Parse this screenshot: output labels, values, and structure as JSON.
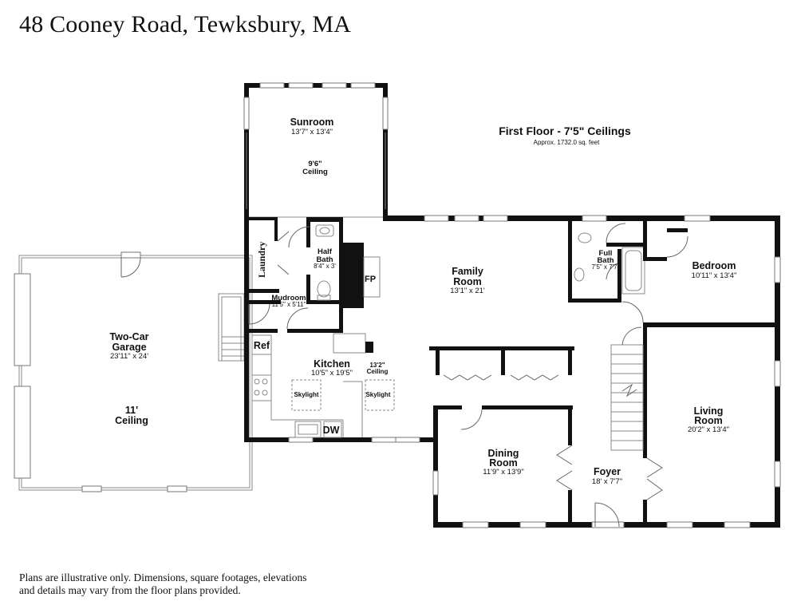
{
  "page": {
    "title": "48 Cooney Road, Tewksbury, MA",
    "disclaimer": "Plans are illustrative only. Dimensions, square footages, elevations and details may vary from the floor plans provided."
  },
  "floor": {
    "heading": "First Floor - 7'5\" Ceilings",
    "area": "Approx. 1732.0 sq. feet"
  },
  "rooms": {
    "sunroom": {
      "name": "Sunroom",
      "dims": "13'7\" x 13'4\"",
      "ceiling1": "9'6\"",
      "ceiling2": "Ceiling"
    },
    "laundry": {
      "name": "Laundry"
    },
    "half_bath": {
      "name1": "Half",
      "name2": "Bath",
      "dims": "8'4\" x 3'"
    },
    "mudroom": {
      "name": "Mudroom",
      "dims": "11'5\" x 5'11\""
    },
    "fp": {
      "name": "FP"
    },
    "family_room": {
      "name1": "Family",
      "name2": "Room",
      "dims": "13'1\" x 21'"
    },
    "full_bath": {
      "name1": "Full",
      "name2": "Bath",
      "dims": "7'5\" x 7'7\""
    },
    "bedroom": {
      "name": "Bedroom",
      "dims": "10'11\" x 13'4\""
    },
    "garage": {
      "name1": "Two-Car",
      "name2": "Garage",
      "dims": "23'11\" x 24'",
      "ceiling1": "11'",
      "ceiling2": "Ceiling"
    },
    "ref": {
      "name": "Ref"
    },
    "kitchen": {
      "name": "Kitchen",
      "dims": "10'5\" x 19'5\"",
      "ceiling1": "13'2\"",
      "ceiling2": "Ceiling",
      "skylight1": "Skylight",
      "skylight2": "Skylight"
    },
    "dw": {
      "name": "DW"
    },
    "dining_room": {
      "name1": "Dining",
      "name2": "Room",
      "dims": "11'9\" x 13'9\""
    },
    "foyer": {
      "name": "Foyer",
      "dims": "18' x 7'7\""
    },
    "living_room": {
      "name1": "Living",
      "name2": "Room",
      "dims": "20'2\" x 13'4\""
    }
  }
}
